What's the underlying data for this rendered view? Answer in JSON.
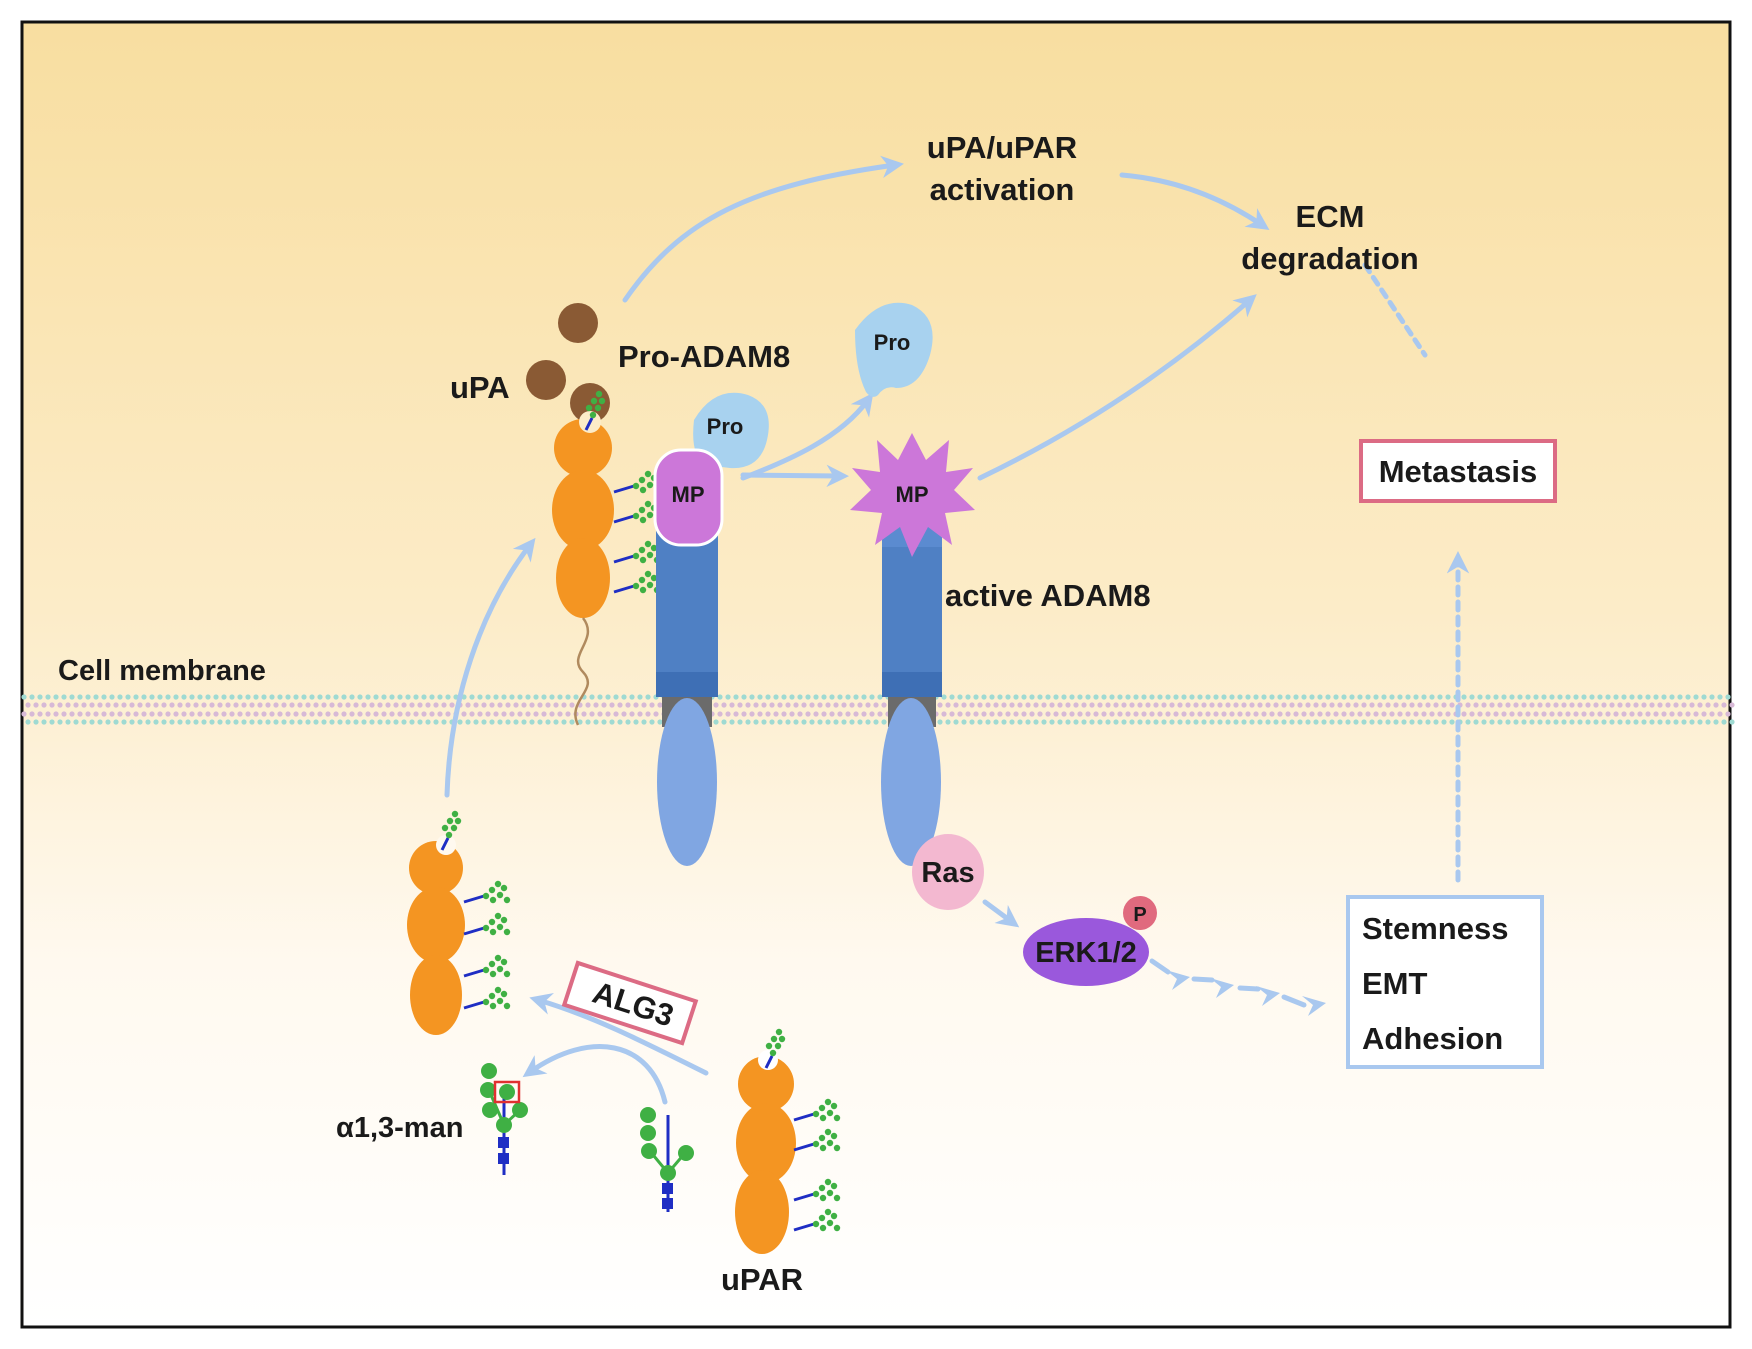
{
  "labels": {
    "upa_upar_1": "uPA/uPAR",
    "upa_upar_2": "activation",
    "ecm_1": "ECM",
    "ecm_2": "degradation",
    "pro_adam8": "Pro-ADAM8",
    "upa": "uPA",
    "pro_small": "Pro",
    "pro_released": "Pro",
    "mp_left": "MP",
    "mp_right": "MP",
    "active_adam8": "active ADAM8",
    "metastasis": "Metastasis",
    "cell_membrane": "Cell membrane",
    "ras": "Ras",
    "erk": "ERK1/2",
    "p": "P",
    "stemness": "Stemness",
    "emt": "EMT",
    "adhesion": "Adhesion",
    "alg3": "ALG3",
    "alpha_man": "α1,3-man",
    "upar": "uPAR"
  },
  "colors": {
    "bg_top": "#f8dea0",
    "bg_bottom": "#ffffff",
    "arrow": "#a9c8ef",
    "orange": "#f49522",
    "purple_mp": "#cc77d9",
    "blue_stalk": "#4f80c4",
    "blue_light": "#80a6e2",
    "pro": "#a8d2ef",
    "ras": "#f3b8d0",
    "erk": "#9a58dc",
    "p_circle": "#e06a7e",
    "metastasis_border": "#dc6b84",
    "brown": "#8a5a34",
    "glycan_green": "#3fb044",
    "glycan_blue": "#1f2ec4"
  }
}
